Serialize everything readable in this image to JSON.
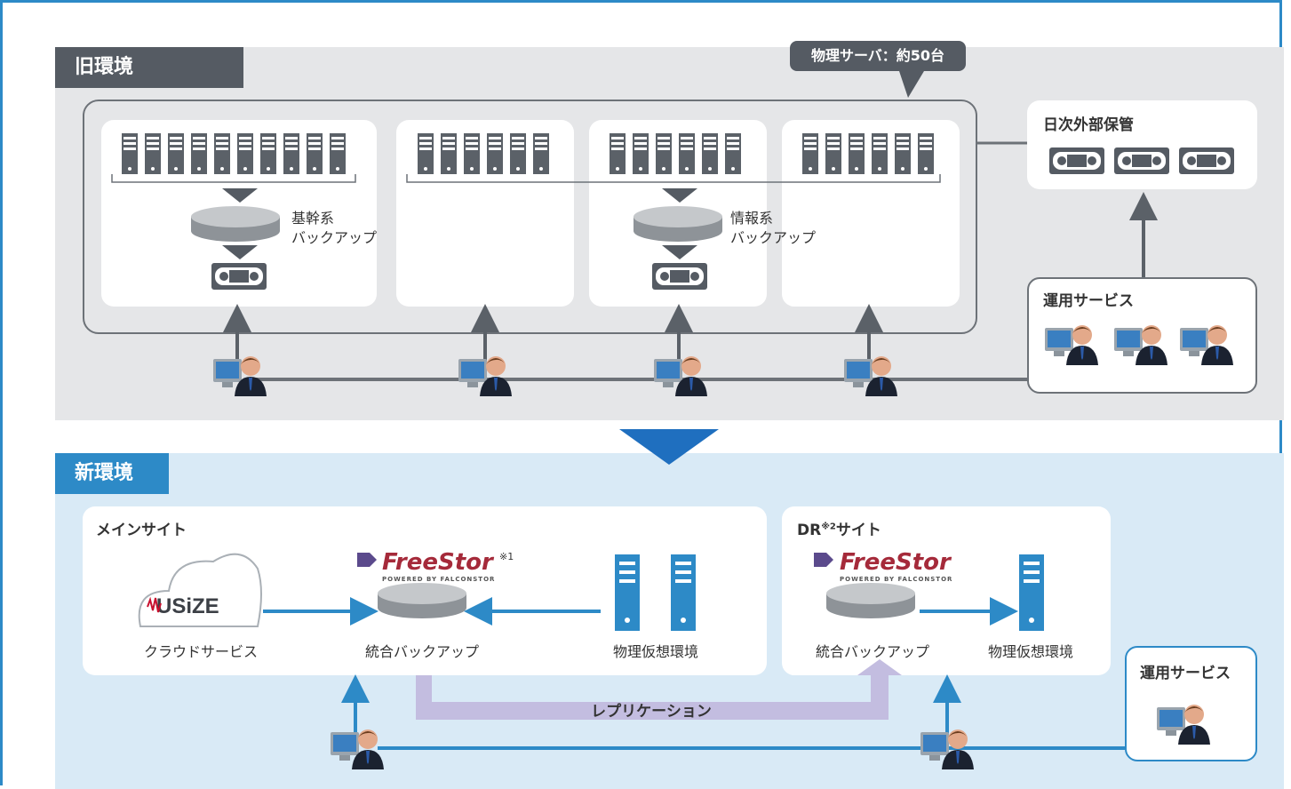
{
  "old_env": {
    "tab_label": "旧環境",
    "callout": "物理サーバ：約50台",
    "core_backup_label": [
      "基幹系",
      "バックアップ"
    ],
    "info_backup_label": [
      "情報系",
      "バックアップ"
    ],
    "offsite_label": "日次外部保管",
    "ops_label": "運用サービス"
  },
  "new_env": {
    "tab_label": "新環境",
    "main_site_label": "メインサイト",
    "dr_site_label": "DR",
    "dr_site_sup": "※2",
    "dr_site_suffix": "サイト",
    "cloud_label": "クラウドサービス",
    "cloud_logo": "USiZE",
    "integrated_backup_main": "統合バックアップ",
    "integrated_backup_dr": "統合バックアップ",
    "physical_virtual_main": "物理仮想環境",
    "physical_virtual_dr": "物理仮想環境",
    "freestor_logo": "FreeStor",
    "freestor_sub": "POWERED BY FALCONSTOR",
    "freestor_note": "※1",
    "replication_label": "レプリケーション",
    "ops_label": "運用サービス"
  },
  "colors": {
    "old_band": "#e5e6e8",
    "new_band": "#d9eaf6",
    "accent_blue": "#2d8ac7",
    "dark_gray": "#555b63",
    "replication_purple": "#c3bde0"
  }
}
